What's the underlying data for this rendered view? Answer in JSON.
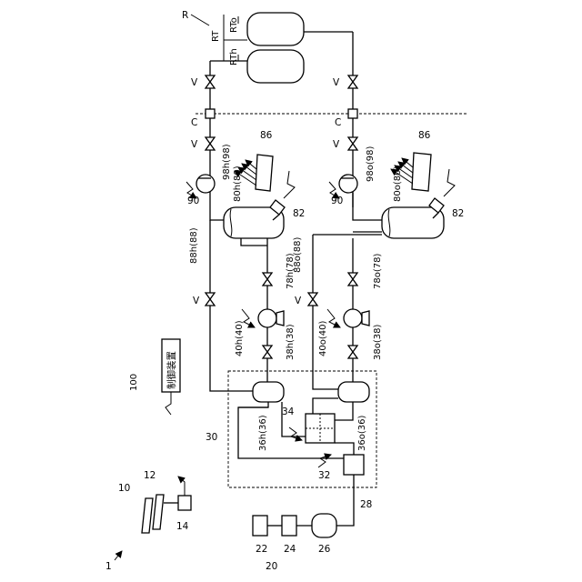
{
  "labels": {
    "fig_ref": "1",
    "vehicle": "10",
    "tank_pack": "12",
    "tank_port": "14",
    "supply_system": "20",
    "source_22": "22",
    "source_24": "24",
    "source_26": "26",
    "pipe_28": "28",
    "unit_30": "30",
    "valve_32": "32",
    "switch_34": "34",
    "tank_36h": "36h(36)",
    "tank_36o": "36o(36)",
    "valve_38h": "38h(38)",
    "valve_38o": "38o(38)",
    "pump_40h": "40h(40)",
    "pump_40o": "40o(40)",
    "valve_78h": "78h(78)",
    "valve_78o": "78o(78)",
    "tank_80h": "80h(80)",
    "tank_80o": "80o(80)",
    "pipe_88h": "88h(88)",
    "pipe_88o": "88o(88)",
    "pipe_98h": "98h(98)",
    "pipe_98o": "98o(98)",
    "heater": "86",
    "sensor": "82",
    "compressor": "90",
    "controller_num": "100",
    "controller_name": "制御装置",
    "coupler": "C",
    "valve": "V",
    "receiver": "R",
    "receiver_tank_group": "RT",
    "receiver_tank_h": "RTh",
    "receiver_tank_o": "RTo"
  }
}
